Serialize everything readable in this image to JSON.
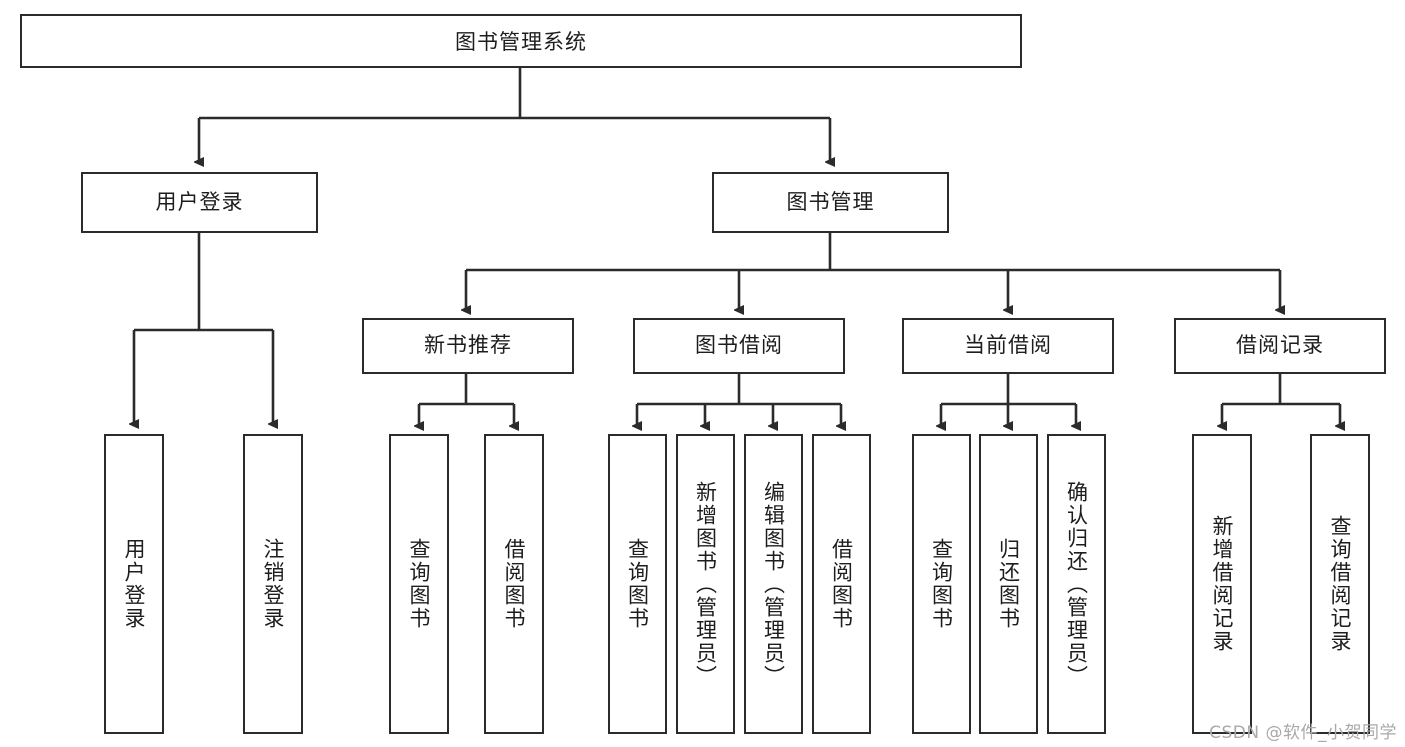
{
  "diagram": {
    "title": "图书管理系统",
    "type": "tree-hierarchy",
    "root": {
      "label": "图书管理系统"
    },
    "level1": [
      {
        "label": "用户登录"
      },
      {
        "label": "图书管理"
      }
    ],
    "level2": [
      {
        "label": "新书推荐"
      },
      {
        "label": "图书借阅"
      },
      {
        "label": "当前借阅"
      },
      {
        "label": "借阅记录"
      }
    ],
    "leaves": {
      "user_login": [
        {
          "label": "用户登录"
        },
        {
          "label": "注销登录"
        }
      ],
      "new_book_recommend": [
        {
          "label": "查询图书"
        },
        {
          "label": "借阅图书"
        }
      ],
      "book_borrow": [
        {
          "label": "查询图书"
        },
        {
          "label": "新增图书（管理员）"
        },
        {
          "label": "编辑图书（管理员）"
        },
        {
          "label": "借阅图书"
        }
      ],
      "current_borrow": [
        {
          "label": "查询图书"
        },
        {
          "label": "归还图书"
        },
        {
          "label": "确认归还（管理员）"
        }
      ],
      "borrow_record": [
        {
          "label": "新增借阅记录"
        },
        {
          "label": "查询借阅记录"
        }
      ]
    }
  },
  "watermark": {
    "text": "CSDN @软件_小贺同学"
  },
  "colors": {
    "stroke": "#2b2b2b",
    "fill": "#ffffff",
    "text": "#1d1d1d",
    "watermark": "#a9a9a9"
  }
}
